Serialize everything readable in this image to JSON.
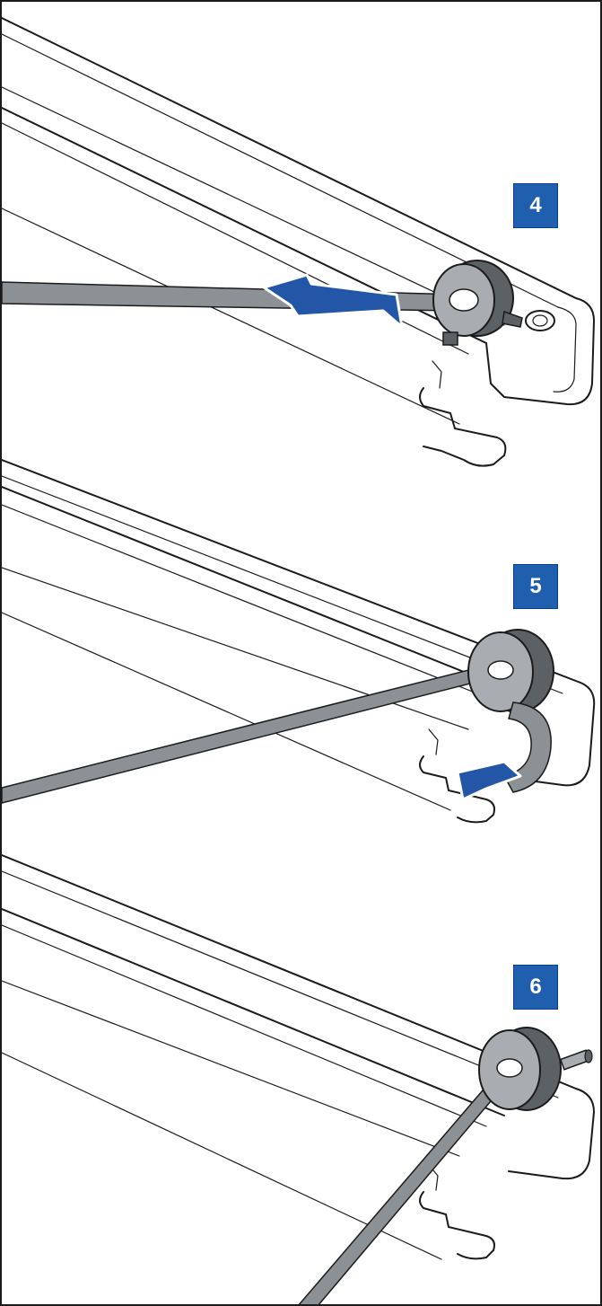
{
  "steps": [
    {
      "number": "4",
      "action": "push-arrow-icon"
    },
    {
      "number": "5",
      "action": "rotate-arrow-icon"
    },
    {
      "number": "6",
      "action": "none"
    }
  ],
  "colors": {
    "badge_blue": "#1f5fae",
    "arrow_blue": "#2456a8",
    "tool_gray": "#8c9196",
    "knob_dark": "#5c6166",
    "knob_light": "#a9adb1",
    "outline": "#1b1b1b"
  },
  "icons": {
    "push_arrow": "push-arrow-icon",
    "rotate_arrow": "rotate-arrow-icon",
    "knob": "knob-icon",
    "tool": "screwdriver-icon"
  }
}
